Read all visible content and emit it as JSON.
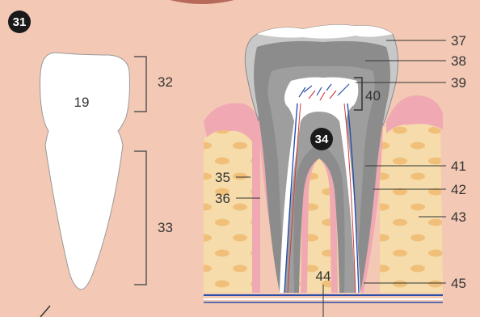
{
  "figure_badges": {
    "left": "31",
    "center": "34"
  },
  "outline_tooth_label": "19",
  "labels": {
    "l32": "32",
    "l33": "33",
    "l35": "35",
    "l36": "36",
    "l37": "37",
    "l38": "38",
    "l39": "39",
    "l40": "40",
    "l41": "41",
    "l42": "42",
    "l43": "43",
    "l44": "44",
    "l45": "45"
  },
  "colors": {
    "background": "#f3c9b5",
    "bone": "#f6dcaa",
    "bone_spots": "#f0c07a",
    "gum": "#f0a9b2",
    "enamel": "#c8c8c8",
    "dentin": "#8c8c8c",
    "pulp": "#ffffff",
    "nerve_blue": "#2a4fa8",
    "vessel_red": "#d23c3c",
    "badge": "#1a1a1a"
  }
}
